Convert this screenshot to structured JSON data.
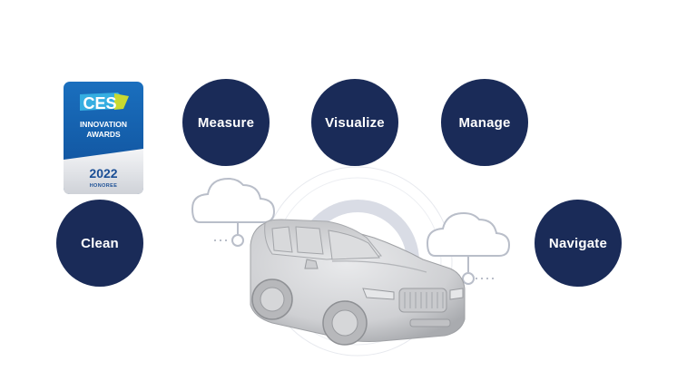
{
  "badge": {
    "logo": "CES",
    "line1": "INNOVATION",
    "line2": "AWARDS",
    "year": "2022",
    "tag": "HONOREE"
  },
  "features": {
    "measure": "Measure",
    "visualize": "Visualize",
    "manage": "Manage",
    "clean": "Clean",
    "navigate": "Navigate"
  },
  "colors": {
    "navy": "#1a2b58",
    "badge_blue": "#1761b0",
    "badge_cyan": "#38b6e6",
    "badge_yellow": "#c9d931",
    "outline_gray": "#b9bec9",
    "car_gray": "#d4d5d7"
  }
}
